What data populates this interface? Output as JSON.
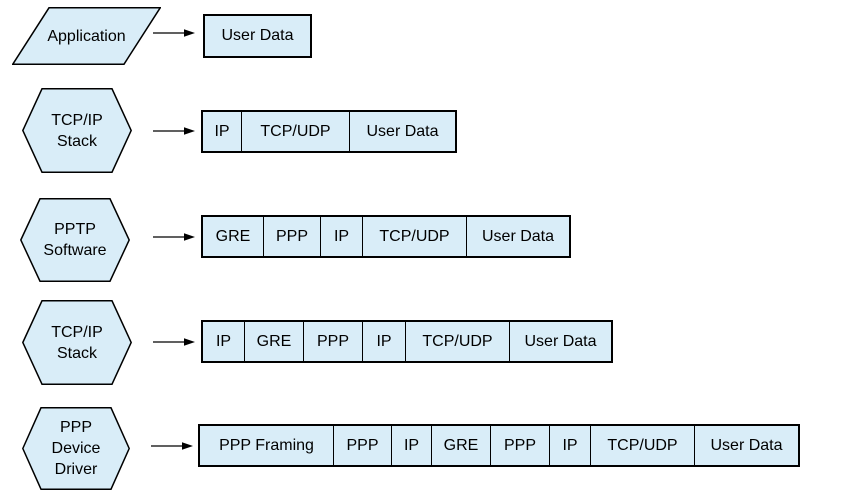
{
  "diagram": {
    "description": "PPTP packet encapsulation by protocol layer",
    "colors": {
      "shape_fill": "#d9edf8",
      "shape_border": "#000000",
      "text": "#000000",
      "background": "#ffffff"
    },
    "rows": [
      {
        "stage": "Application",
        "shape": "parallelogram",
        "packet": [
          "User Data"
        ]
      },
      {
        "stage": "TCP/IP\nStack",
        "shape": "hexagon",
        "packet": [
          "IP",
          "TCP/UDP",
          "User Data"
        ]
      },
      {
        "stage": "PPTP\nSoftware",
        "shape": "hexagon",
        "packet": [
          "GRE",
          "PPP",
          "IP",
          "TCP/UDP",
          "User Data"
        ]
      },
      {
        "stage": "TCP/IP\nStack",
        "shape": "hexagon",
        "packet": [
          "IP",
          "GRE",
          "PPP",
          "IP",
          "TCP/UDP",
          "User Data"
        ]
      },
      {
        "stage": "PPP\nDevice\nDriver",
        "shape": "hexagon",
        "packet": [
          "PPP Framing",
          "PPP",
          "IP",
          "GRE",
          "PPP",
          "IP",
          "TCP/UDP",
          "User Data"
        ]
      }
    ]
  }
}
